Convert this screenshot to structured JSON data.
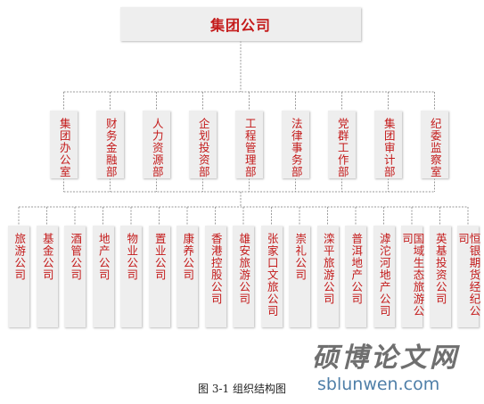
{
  "root": "集团公司",
  "departments": [
    "集团办公室",
    "财务金融部",
    "人力资源部",
    "企划投资部",
    "工程管理部",
    "法律事务部",
    "党群工作部",
    "集团审计部",
    "纪委监察室"
  ],
  "subsidiaries": [
    "旅游公司",
    "基金公司",
    "酒管公司",
    "地产公司",
    "物业公司",
    "置业公司",
    "康养公司",
    "香港控股公司",
    "雄安旅游公司",
    "张家口文旅公司",
    "崇礼公司",
    "滦平旅游公司",
    "普洱地产公司",
    "滹沱河地产公司",
    "国域生态旅游公司",
    "英基投资公司",
    "恒银期货经纪公司"
  ],
  "watermark": {
    "text": "硕博论文网",
    "url": "sblunwen.com"
  },
  "caption": "图 3-1  组织结构图",
  "colors": {
    "box_text": "#c41a1a",
    "box_fill": "#eeeeee",
    "connector": "#9a9a9a"
  }
}
